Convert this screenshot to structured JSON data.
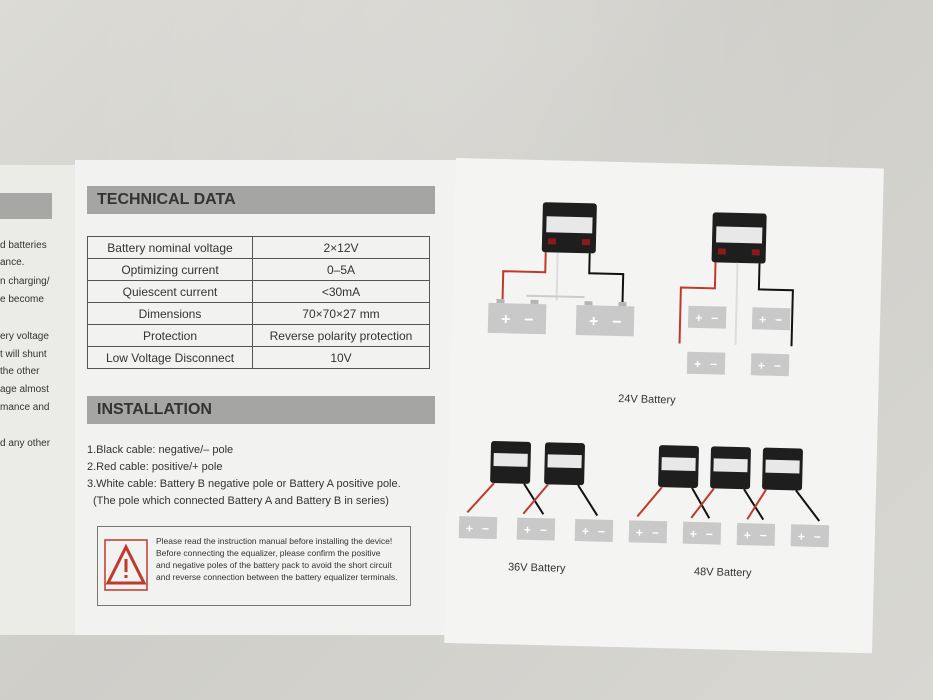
{
  "left_fragments": [
    "d batteries",
    "ance.",
    "n charging/",
    "e  become",
    "ery voltage",
    "t will shunt",
    "  the other",
    "age almost",
    "mance  and",
    "d any other"
  ],
  "technical_data": {
    "heading": "TECHNICAL DATA",
    "rows": [
      {
        "label": "Battery nominal voltage",
        "value": "2×12V"
      },
      {
        "label": "Optimizing current",
        "value": "0–5A"
      },
      {
        "label": "Quiescent current",
        "value": "<30mA"
      },
      {
        "label": "Dimensions",
        "value": "70×70×27 mm"
      },
      {
        "label": "Protection",
        "value": "Reverse polarity protection"
      },
      {
        "label": "Low Voltage Disconnect",
        "value": "10V"
      }
    ]
  },
  "installation": {
    "heading": "INSTALLATION",
    "lines": [
      "1.Black cable: negative/– pole",
      "2.Red cable: positive/+ pole",
      "3.White cable: Battery B negative pole or Battery A positive pole.",
      "(The pole which connected Battery A and Battery B in series)"
    ]
  },
  "warning": {
    "lines": [
      "Please read the instruction manual before installing the device!",
      "Before connecting the equalizer, please confirm the positive",
      "and negative poles of the battery pack to avoid the short circuit",
      "and reverse connection between the battery equalizer terminals."
    ]
  },
  "diagrams": {
    "caption_24v": "24V Battery",
    "caption_36v": "36V Battery",
    "caption_48v": "48V Battery"
  },
  "colors": {
    "header_bar": "#a5a5a3",
    "warning_red": "#c0392b",
    "device_body": "#1e1e1e",
    "battery": "#c9c9c9",
    "wire_red": "#c0392b",
    "wire_black": "#111111"
  }
}
